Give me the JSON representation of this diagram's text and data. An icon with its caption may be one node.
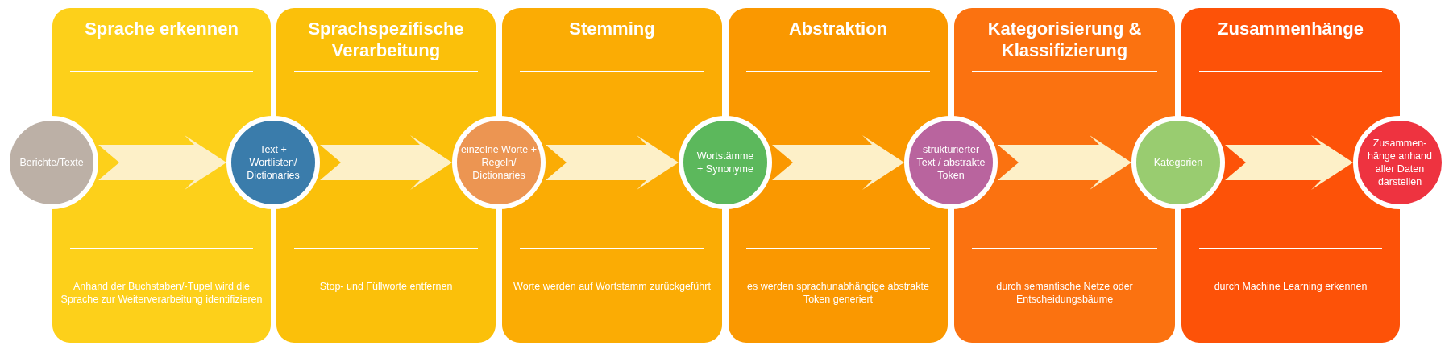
{
  "diagram": {
    "nodes": [
      {
        "text": [
          "Berichte/Texte"
        ]
      },
      {
        "text": [
          "Sprache erkennen",
          "Anhand der Buchstaben/-Tupel wird die Sprache zur Weiterverarbeitung identifizieren"
        ]
      },
      {
        "text": [
          "Text + Wortlisten/ Dictionaries"
        ]
      },
      {
        "text": [
          "Sprachspezifische Verarbeitung",
          "Stop- und Füllworte entfernen"
        ]
      },
      {
        "text": [
          "einzelne Worte + Regeln/ Dictionaries"
        ]
      },
      {
        "text": [
          "Stemming",
          "Worte werden auf Wortstamm zurückgeführt"
        ]
      },
      {
        "text": [
          "Wortstämme + Synonyme"
        ]
      },
      {
        "text": [
          "Abstraktion",
          "es werden sprachunabhängige abstrakte Token generiert"
        ]
      },
      {
        "text": [
          "strukturierter Text / abstrakte Token"
        ]
      },
      {
        "text": [
          "Kategorisierung & Klassifizierung",
          "durch semantische Netze oder Entscheidungsbäume"
        ]
      },
      {
        "text": [
          "Kategorien"
        ]
      },
      {
        "text": [
          "Zusammenhänge",
          "durch Machine Learning erkennen"
        ]
      },
      {
        "text": [
          "Zusammen- hänge anhand aller Daten darstellen"
        ]
      }
    ],
    "edges": [
      {
        "from": 0,
        "to": 2,
        "arrow": "to"
      },
      {
        "from": 2,
        "to": 4,
        "arrow": "to"
      },
      {
        "from": 4,
        "to": 6,
        "arrow": "to"
      },
      {
        "from": 6,
        "to": 8,
        "arrow": "to"
      },
      {
        "from": 8,
        "to": 10,
        "arrow": "to"
      },
      {
        "from": 10,
        "to": 12,
        "arrow": "to"
      }
    ]
  }
}
